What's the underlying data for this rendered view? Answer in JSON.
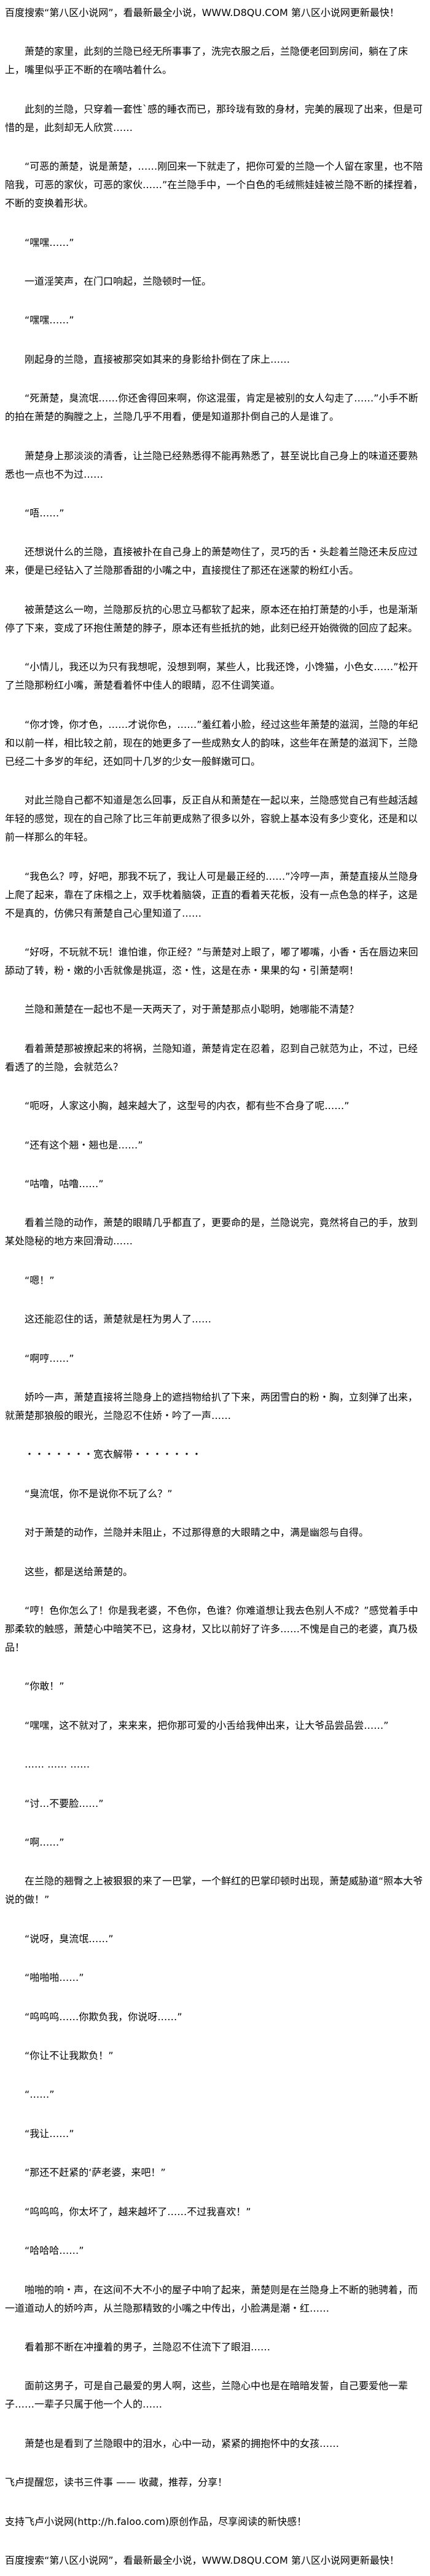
{
  "header": {
    "promo": "百度搜索“第八区小说网”，看最新最全小说，WWW.D8QU.COM 第八区小说网更新最快！"
  },
  "article": {
    "paragraphs": [
      "萧楚的家里，此刻的兰隐已经无所事事了，洗完衣服之后，兰隐便老回到房间，躺在了床上，嘴里似乎正不断的在嘀咕着什么。",
      "此刻的兰隐，只穿着一套性`感的睡衣而已，那玲珑有致的身材，完美的展现了出来，但是可惜的是，此刻却无人欣赏……",
      "“可恶的萧楚，说是萧楚，……刚回来一下就走了，把你可爱的兰隐一个人留在家里，也不陪陪我，可恶的家伙，可恶的家伙……”在兰隐手中，一个白色的毛绒熊娃娃被兰隐不断的揉捏着，不断的变换着形状。",
      "“嘿嘿……”",
      "一道淫笑声，在门口响起，兰隐顿时一怔。",
      "“嘿嘿……”",
      "刚起身的兰隐，直接被那突如其来的身影给扑倒在了床上……",
      "“死萧楚，臭流氓……你还舍得回来啊，你这混蛋，肯定是被别的女人勾走了……”小手不断的拍在萧楚的胸膛之上，兰隐几乎不用看，便是知道那扑倒自己的人是谁了。",
      "萧楚身上那淡淡的清香，让兰隐已经熟悉得不能再熟悉了，甚至说比自己身上的味道还要熟悉也一点也不为过……",
      "“唔……”",
      "还想说什么的兰隐，直接被扑在自己身上的萧楚吻住了，灵巧的舌・头趁着兰隐还未反应过来，便是已经钻入了兰隐那香甜的小嘴之中，直接搅住了那还在迷蒙的粉红小舌。",
      "被萧楚这么一吻，兰隐那反抗的心思立马都软了起来，原本还在拍打萧楚的小手，也是渐渐停了下来，变成了环抱住萧楚的脖子，原本还有些抵抗的她，此刻已经开始微微的回应了起来。",
      "“小情儿，我还以为只有我想呢，没想到啊，某些人，比我还馋，小馋猫，小色女……”松开了兰隐那粉红小嘴，萧楚看着怀中佳人的眼睛，忍不住调笑道。",
      "“你才馋，你才色，……才说你色，……”羞红着小脸，经过这些年萧楚的滋润，兰隐的年纪和以前一样，相比较之前，现在的她更多了一些成熟女人的韵味，这些年在萧楚的滋润下，兰隐已经二十多岁的年纪，还如同十几岁的少女一般鲜嫩可口。",
      "对此兰隐自己都不知道是怎么回事，反正自从和萧楚在一起以来，兰隐感觉自己有些越活越年轻的感觉，现在的自己除了比三年前更成熟了很多以外，容貌上基本没有多少变化，还是和以前一样那么的年轻。",
      "“我色么？哼，好吧，那我不玩了，我让人可是最正经的……”冷哼一声，萧楚直接从兰隐身上爬了起来，靠在了床榻之上，双手枕着脑袋，正直的看着天花板，没有一点色急的样子，这是不是真的，仿佛只有萧楚自己心里知道了……",
      "“好呀，不玩就不玩！谁怕谁，你正经？”与萧楚对上眼了，嘟了嘟嘴，小香・舌在唇边来回舔动了转，粉・嫩的小舌就像是挑逗，恣・性，这是在赤・果果的勾・引萧楚啊！",
      "兰隐和萧楚在一起也不是一天两天了，对于萧楚那点小聪明，她哪能不清楚？",
      "看着萧楚那被撩起来的将祸，兰隐知道，萧楚肯定在忍着，忍到自己就范为止，不过，已经看透了的兰隐，会就范么？",
      "“呃呀，人家这小胸，越来越大了，这型号的内衣，都有些不合身了呢……”",
      "“还有这个翘・翘也是……”",
      "“咕噜，咕噜……”",
      "看着兰隐的动作，萧楚的眼睛几乎都直了，更要命的是，兰隐说完，竟然将自己的手，放到某处隐秘的地方来回滑动……",
      "“嗯！”",
      "这还能忍住的话，萧楚就是枉为男人了……",
      "“啊哼……”",
      "娇吟一声，萧楚直接将兰隐身上的遮挡物给扒了下来，两团雪白的粉・胸，立刻弹了出来，就萧楚那狼般的眼光，兰隐忍不住娇・吟了一声……",
      "・・・・・・・宽衣解带・・・・・・・",
      "“臭流氓，你不是说你不玩了么？”",
      "对于萧楚的动作，兰隐并未阻止，不过那得意的大眼睛之中，满是幽怨与自得。",
      "这些，都是送给萧楚的。",
      "“哼！色你怎么了！你是我老婆，不色你，色谁？你难道想让我去色别人不成？”感觉着手中那柔软的触感，萧楚心中暗笑不已，这身材，又比以前好了许多……不愧是自己的老婆，真乃极品！",
      "“你敢！”",
      "“嘿嘿，这不就对了，来来来，把你那可爱的小舌给我伸出来，让大爷品尝品尝……”",
      "…… …… ……",
      "“讨…不要脸……”",
      "“啊……”",
      "在兰隐的翘臀之上被狠狠的来了一巴掌，一个鲜红的巴掌印顿时出现，萧楚威胁道“照本大爷说的做！”",
      "“说呀，臭流氓……”",
      "“啪啪啪……”",
      "“呜呜呜……你欺负我，你说呀……”",
      "“你让不让我欺负！”",
      "“……”",
      "“我让……”",
      "“那还不赶紧的‘萨老婆，来吧！”",
      "“呜呜呜，你太坏了，越来越坏了……不过我喜欢！”",
      "“哈哈哈……”",
      "啪啪的响・声，在这间不大不小的屋子中响了起来，萧楚则是在兰隐身上不断的驰骋着，而一道道动人的娇吟声，从兰隐那精致的小嘴之中传出，小脸满是潮・红……",
      "看着那不断在冲撞着的男子，兰隐忍不住流下了眼泪……",
      "面前这男子，可是自己最爱的男人啊，这些，兰隐心中也是在暗暗发誓，自己要爱他一辈子……一辈子只属于他一个人的……",
      "萧楚也是看到了兰隐眼中的泪水，心中一动，紧紧的拥抱怀中的女孩……"
    ]
  },
  "notices": {
    "faloo_reminder": "飞卢提醒您，读书三件事 —— 收藏，推荐，分享！",
    "faloo_support": "支持飞卢小说网(http://h.faloo.com)原创作品，尽享阅读的新快感！"
  },
  "footer": {
    "promo": "百度搜索“第八区小说网”，看最新最全小说，WWW.D8QU.COM 第八区小说网更新最快！"
  }
}
